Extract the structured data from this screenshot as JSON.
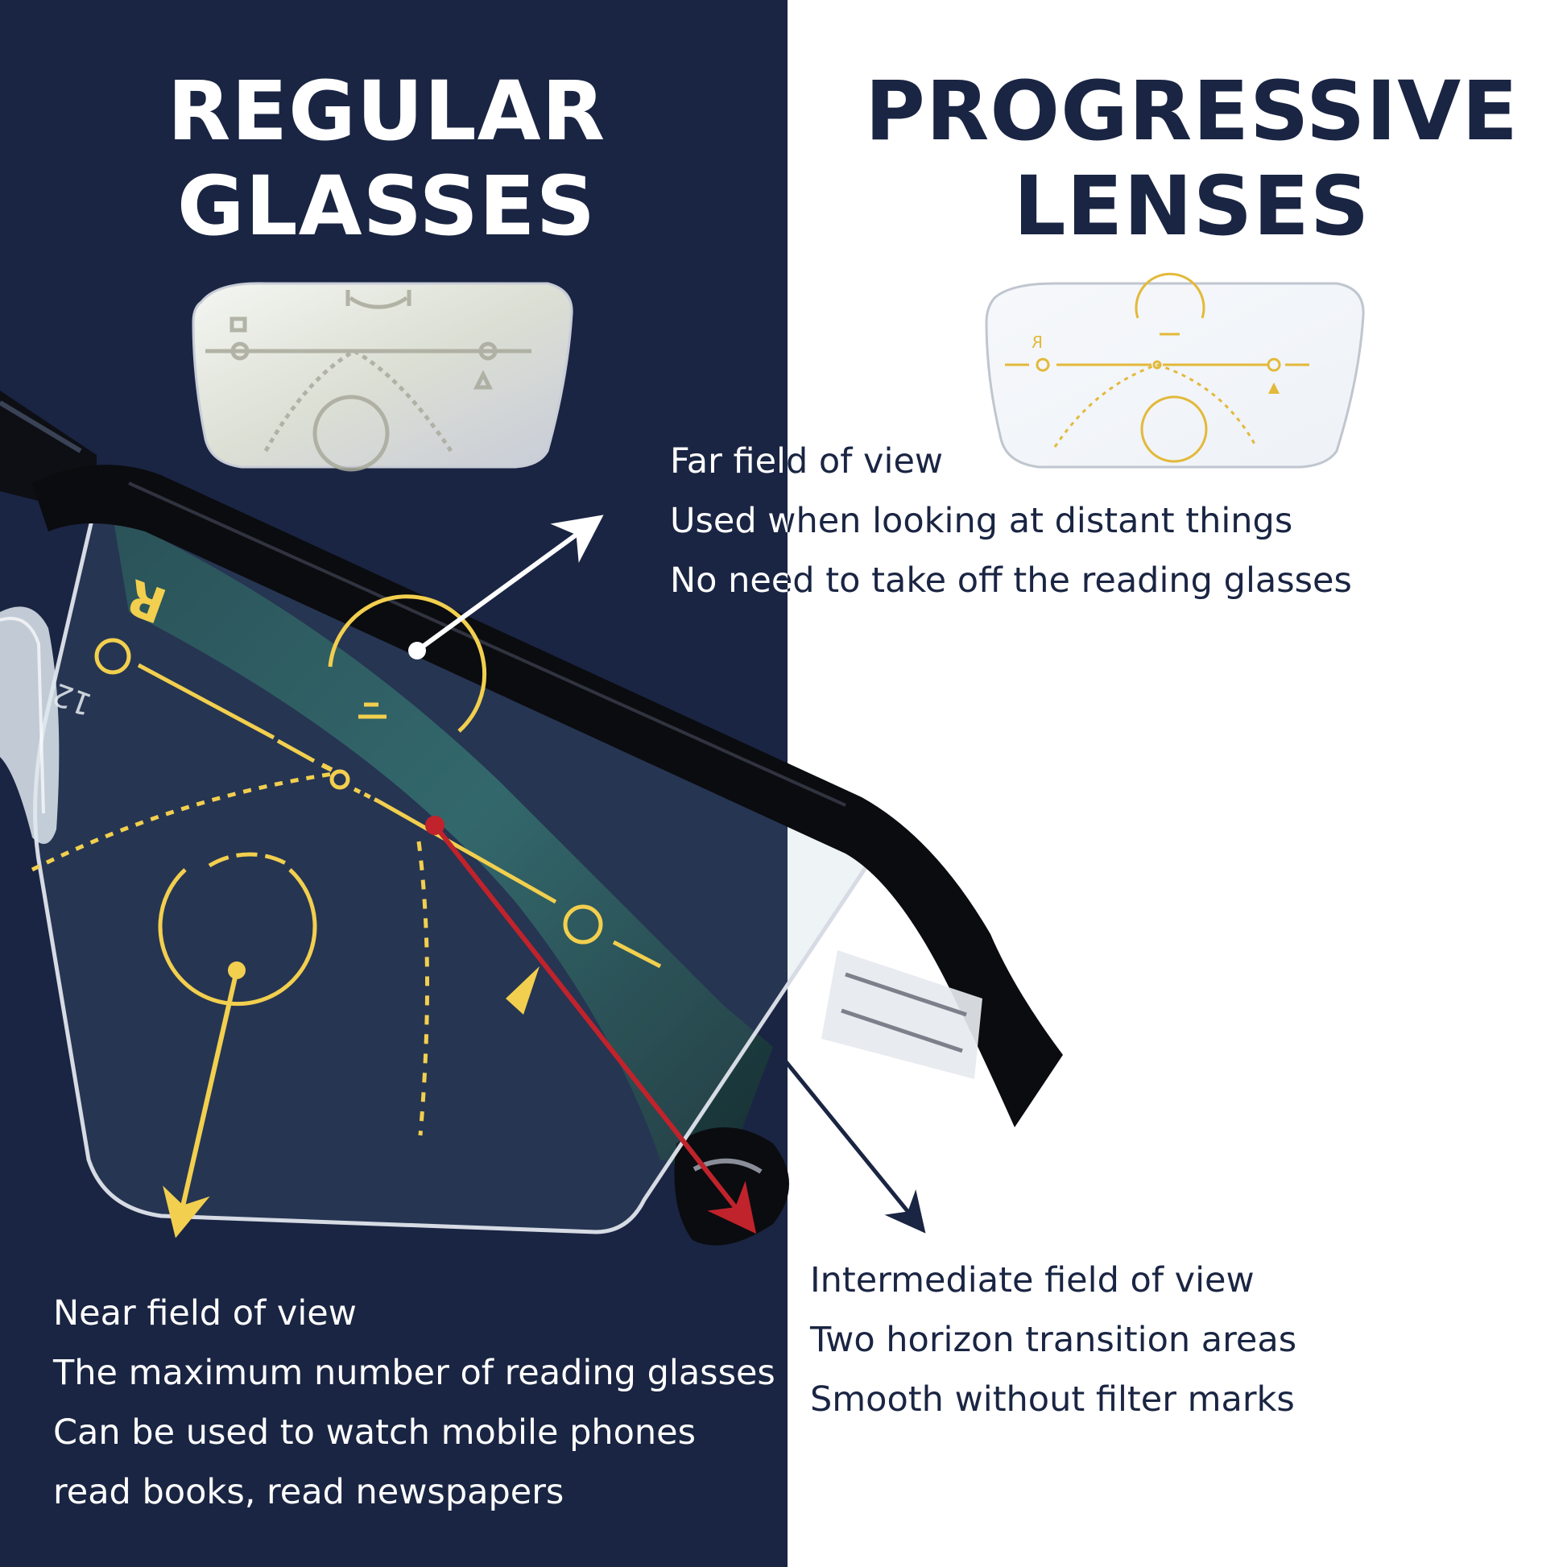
{
  "titles": {
    "regular": [
      "REGULAR",
      "GLASSES"
    ],
    "progressive": [
      "PROGRESSIVE",
      "LENSES"
    ]
  },
  "captions": {
    "far": [
      "Far field of view",
      "Used when looking at distant things",
      "No need to take off the reading glasses"
    ],
    "near": [
      "Near field of view",
      "The maximum number of reading glasses",
      "Can be used to watch mobile phones",
      "read books, read newspapers"
    ],
    "intermediate": [
      "Intermediate field of view",
      "Two horizon transition areas",
      "Smooth without filter marks"
    ]
  },
  "lens_marks": {
    "letter": "R",
    "numeral": "12"
  },
  "colors": {
    "navy": "#1a2543",
    "white": "#ffffff",
    "yellow": "#f2cf4e",
    "red": "#c0232b",
    "frame": "#111111"
  }
}
